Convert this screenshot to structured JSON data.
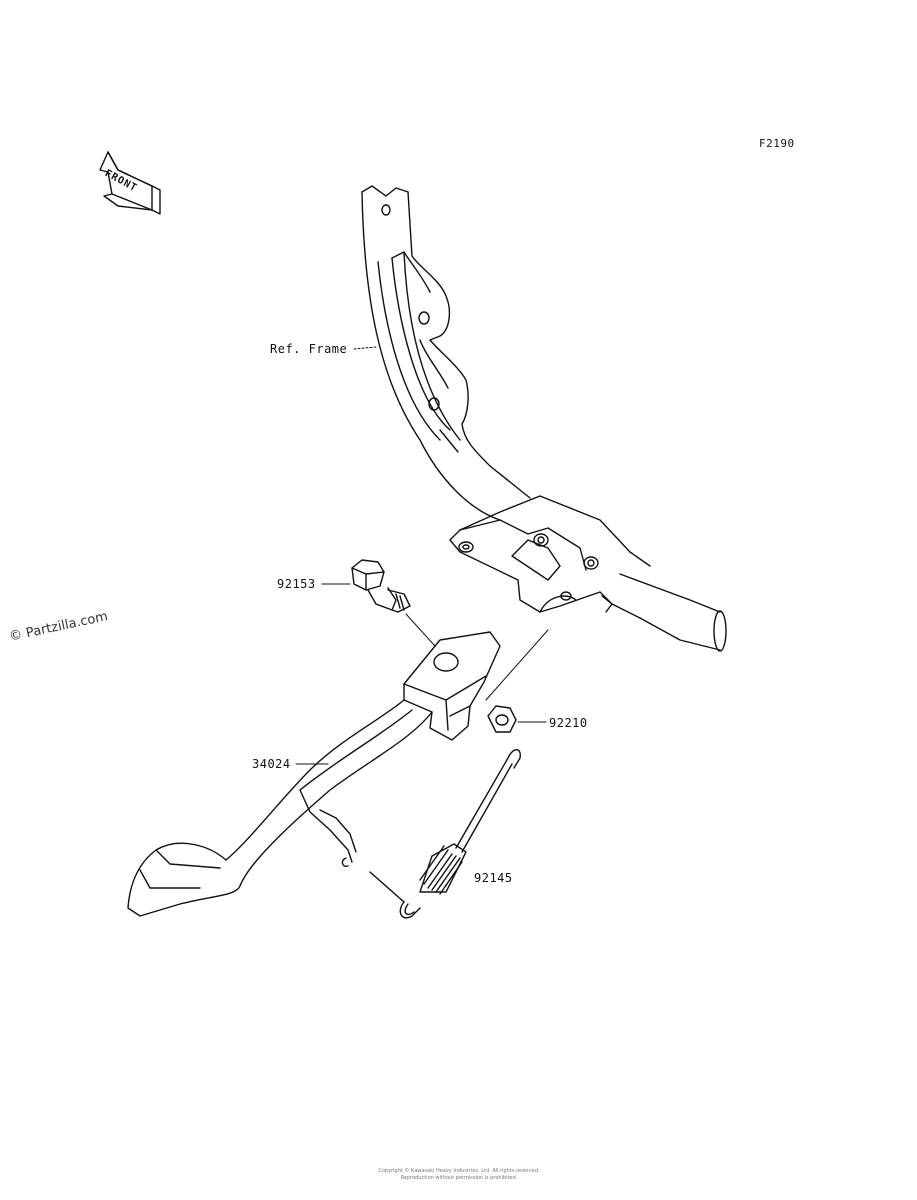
{
  "diagram_code": "F2190",
  "front_label": "FRONT",
  "ref_frame_label": "Ref. Frame",
  "parts": {
    "bolt": "92153",
    "nut": "92210",
    "side_stand": "34024",
    "spring": "92145"
  },
  "watermark": "© Partzilla.com",
  "copyright_line1": "Copyright © Kawasaki Heavy Industries, Ltd. All rights reserved.",
  "copyright_line2": "Reproduction without permission is prohibited."
}
